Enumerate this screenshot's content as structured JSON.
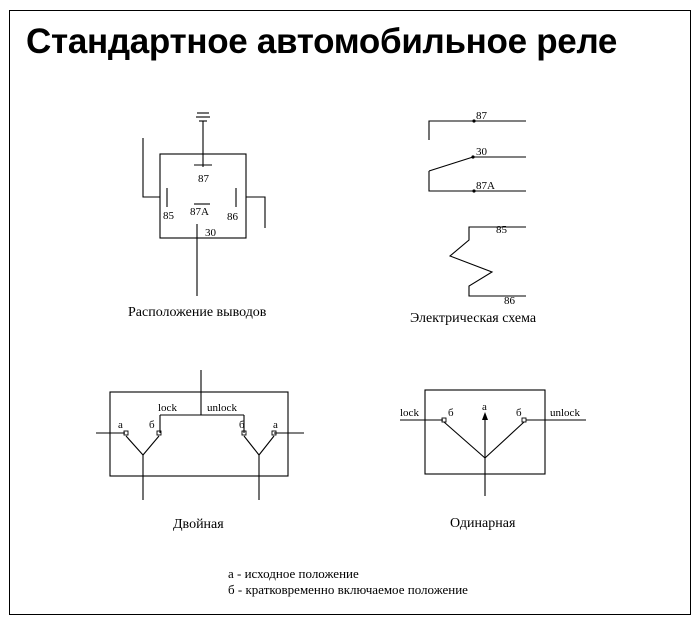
{
  "title": "Стандартное автомобильное реле",
  "pinout": {
    "caption": "Расположение выводов",
    "pins": [
      "87",
      "85",
      "87A",
      "86",
      "30"
    ]
  },
  "electrical": {
    "caption": "Электрическая схема",
    "pins": [
      "87",
      "30",
      "87A",
      "85",
      "86"
    ]
  },
  "double": {
    "caption": "Двойная",
    "labels": [
      "lock",
      "unlock",
      "а",
      "б",
      "б",
      "а"
    ]
  },
  "single": {
    "caption": "Одинарная",
    "labels": [
      "lock",
      "б",
      "а",
      "б",
      "unlock"
    ]
  },
  "legend": {
    "line_a": "а - исходное положение",
    "line_b": "б - кратковременно включаемое положение"
  }
}
